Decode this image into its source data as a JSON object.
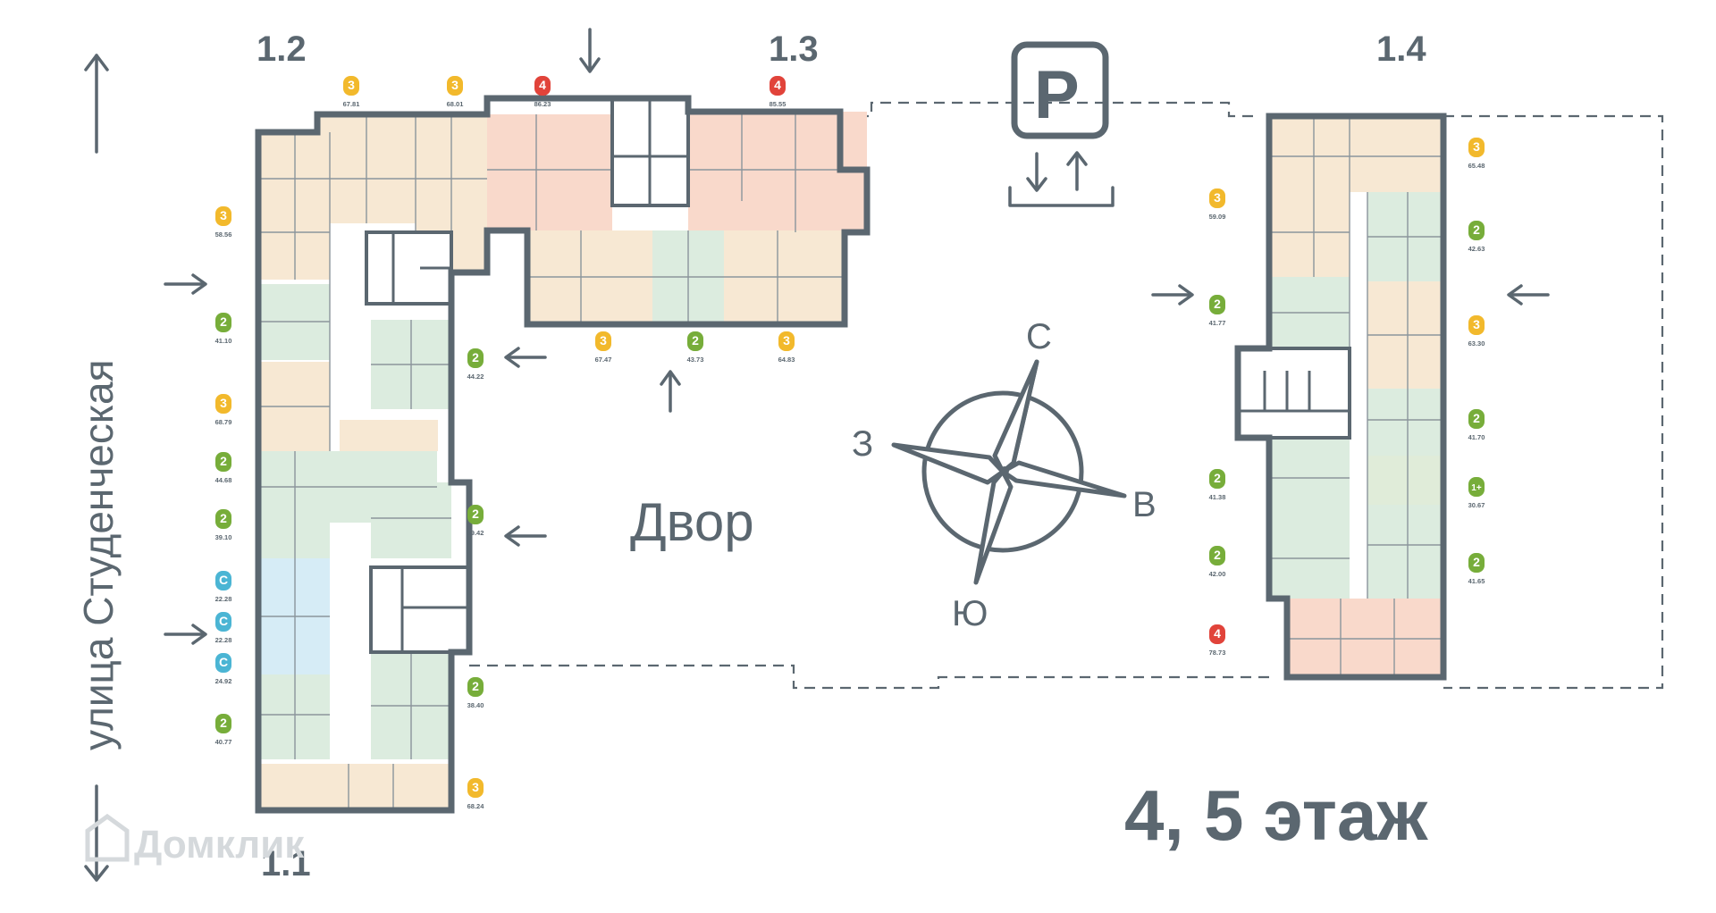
{
  "street_label": "улица Студенческая",
  "yard_label": "Двор",
  "floor_label": "4, 5 этаж",
  "parking_label": "P",
  "watermark": "Домклик",
  "sections": {
    "s11": "1.1",
    "s12": "1.2",
    "s13": "1.3",
    "s14": "1.4"
  },
  "compass": {
    "north": "С",
    "south": "Ю",
    "west": "З",
    "east": "В"
  },
  "colors": {
    "wall": "#5b6770",
    "three_room": "#f7e8d3",
    "four_room": "#f9d9cb",
    "two_room": "#dcecdf",
    "studio": "#d6ecf6",
    "one_room": "#e0ecd9",
    "badge_3": "#f2b92c",
    "badge_4": "#e1433a",
    "badge_2": "#77ad3a",
    "badge_s": "#4bb5d4",
    "badge_1": "#77ad3a"
  },
  "apartments": [
    {
      "rooms": "3",
      "area": "67.81"
    },
    {
      "rooms": "3",
      "area": "68.01"
    },
    {
      "rooms": "4",
      "area": "86.23"
    },
    {
      "rooms": "4",
      "area": "85.55"
    },
    {
      "rooms": "3",
      "area": "58.56"
    },
    {
      "rooms": "2",
      "area": "41.10"
    },
    {
      "rooms": "3",
      "area": "68.79"
    },
    {
      "rooms": "2",
      "area": "44.68"
    },
    {
      "rooms": "2",
      "area": "39.10"
    },
    {
      "rooms": "С",
      "area": "22.28"
    },
    {
      "rooms": "С",
      "area": "22.28"
    },
    {
      "rooms": "С",
      "area": "24.92"
    },
    {
      "rooms": "2",
      "area": "40.77"
    },
    {
      "rooms": "2",
      "area": "44.22"
    },
    {
      "rooms": "2",
      "area": "39.42"
    },
    {
      "rooms": "2",
      "area": "38.40"
    },
    {
      "rooms": "3",
      "area": "68.24"
    },
    {
      "rooms": "3",
      "area": "67.47"
    },
    {
      "rooms": "2",
      "area": "43.73"
    },
    {
      "rooms": "3",
      "area": "64.83"
    },
    {
      "rooms": "3",
      "area": "59.09"
    },
    {
      "rooms": "2",
      "area": "41.77"
    },
    {
      "rooms": "2",
      "area": "41.38"
    },
    {
      "rooms": "2",
      "area": "42.00"
    },
    {
      "rooms": "4",
      "area": "78.73"
    },
    {
      "rooms": "3",
      "area": "65.48"
    },
    {
      "rooms": "2",
      "area": "42.63"
    },
    {
      "rooms": "3",
      "area": "63.30"
    },
    {
      "rooms": "2",
      "area": "41.70"
    },
    {
      "rooms": "1+",
      "area": "30.67"
    },
    {
      "rooms": "2",
      "area": "41.65"
    }
  ]
}
